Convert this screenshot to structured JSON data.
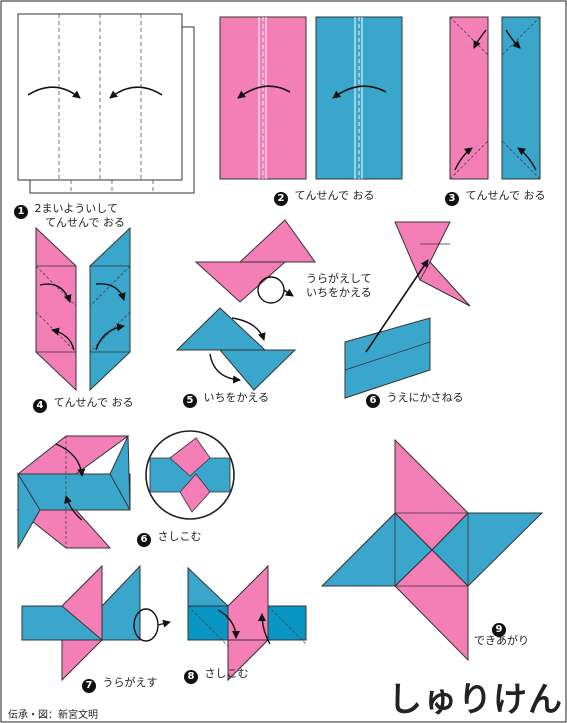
{
  "title": "しゅりけん",
  "credit": "伝承・図：新宮文明",
  "colors": {
    "pink": "#f47fb6",
    "blue": "#3aa6cc",
    "dark_blue": "#0a96c4",
    "outline": "#222222",
    "crease": "#555555"
  },
  "steps": [
    {
      "number": "1",
      "text_line1": "2まいよういして",
      "text_line2": "てんせんで おる"
    },
    {
      "number": "2",
      "text": "てんせんで おる"
    },
    {
      "number": "3",
      "text": "てんせんで おる"
    },
    {
      "number": "4",
      "text": "てんせんで おる"
    },
    {
      "number": "5",
      "text": "いちをかえる",
      "note_line1": "うらがえして",
      "note_line2": "いちをかえる"
    },
    {
      "number": "6",
      "text": "うえにかさねる"
    },
    {
      "number": "6",
      "text": "さしこむ"
    },
    {
      "number": "7",
      "text": "うらがえす"
    },
    {
      "number": "8",
      "text": "さしこむ"
    },
    {
      "number": "9",
      "text": "できあがり"
    }
  ]
}
